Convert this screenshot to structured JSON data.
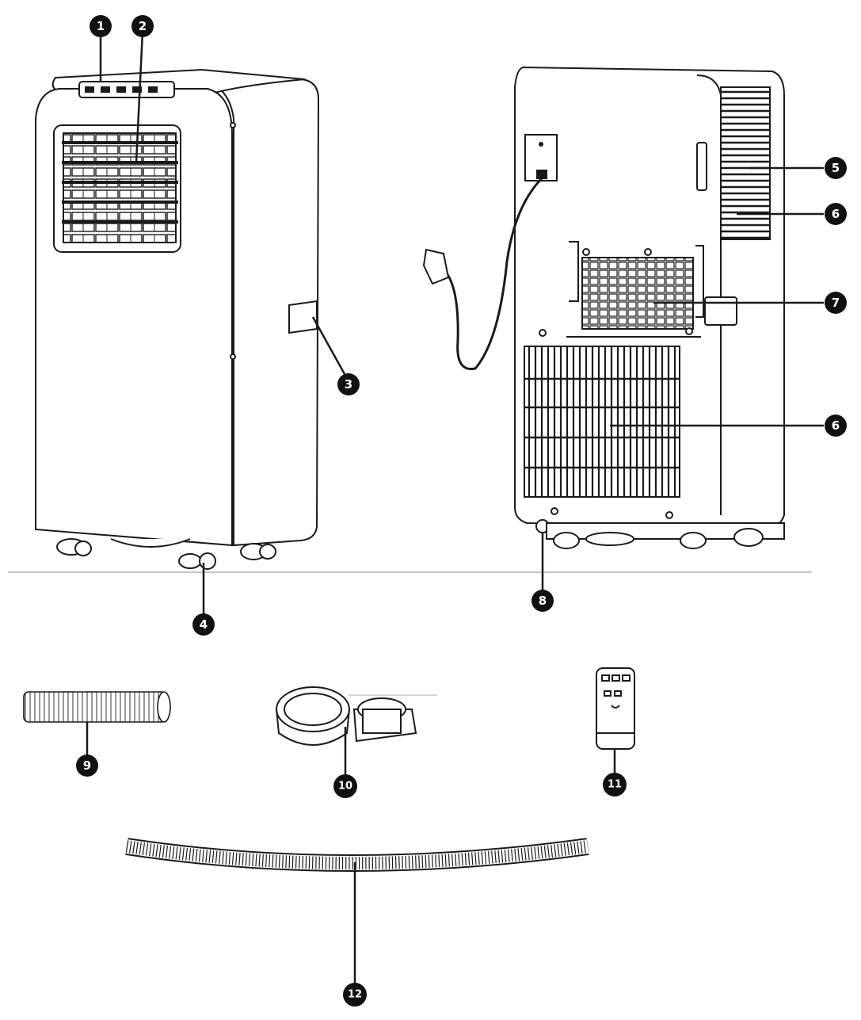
{
  "callouts": {
    "c1": "1",
    "c2": "2",
    "c3": "3",
    "c4": "4",
    "c5": "5",
    "c6a": "6",
    "c6b": "6",
    "c7": "7",
    "c8": "8",
    "c9": "9",
    "c10": "10",
    "c11": "11",
    "c12": "12"
  },
  "components": [
    "front-unit",
    "rear-unit",
    "exhaust-hose",
    "hose-adapters",
    "remote-control",
    "drain-hose"
  ],
  "colors": {
    "line": "#1a1a1a",
    "marker": "#111111",
    "background": "#ffffff"
  }
}
